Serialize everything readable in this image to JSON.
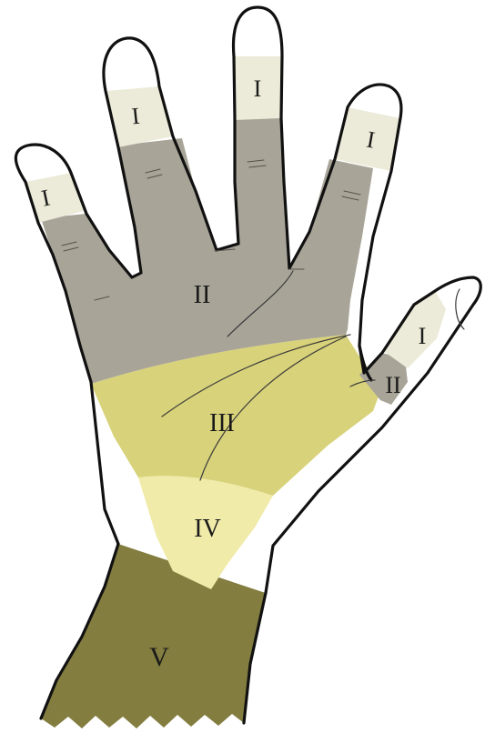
{
  "zones": {
    "I": "I",
    "II": "II",
    "III": "III",
    "IV": "IV",
    "V": "V"
  },
  "colors": {
    "zone_I": "#ecead8",
    "zone_II": "#a8a498",
    "zone_III": "#d8d27a",
    "zone_IV": "#f0eba8",
    "zone_V": "#837d40",
    "skin": "#ffffff",
    "outline": "#111111"
  }
}
